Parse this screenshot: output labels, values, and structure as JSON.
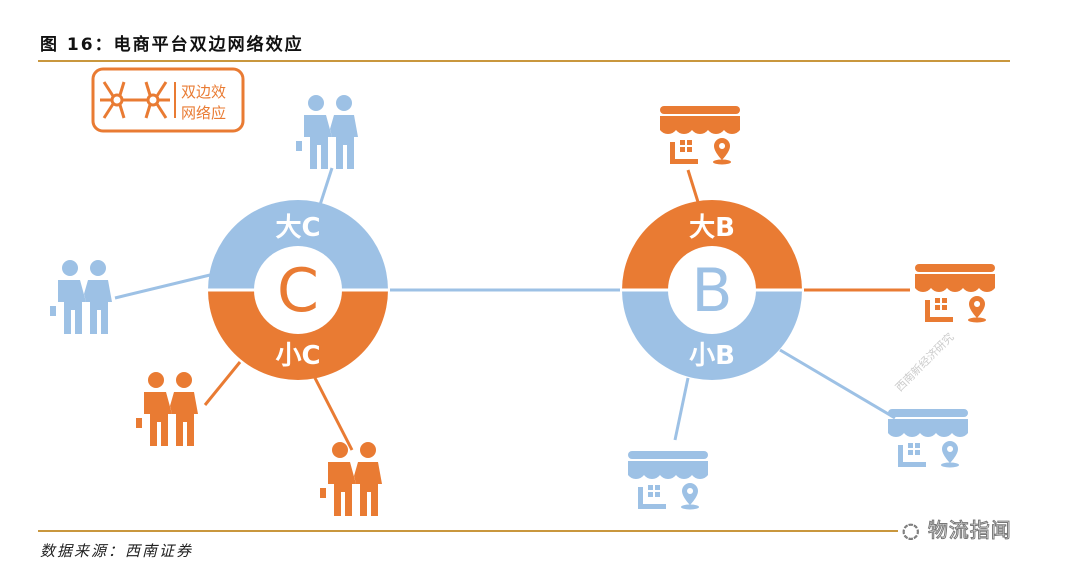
{
  "title": "图 16：电商平台双边网络效应",
  "source": "数据来源：西南证券",
  "logo": {
    "line1": "双边效",
    "line2": "网络应"
  },
  "consumer_hub": {
    "center": "C",
    "top": "大C",
    "bottom": "小C"
  },
  "business_hub": {
    "center": "B",
    "top": "大B",
    "bottom": "小B"
  },
  "watermark": "西南新经济研究",
  "wechat_label": "物流指闻",
  "colors": {
    "orange": "#E97B33",
    "blue": "#9DC1E5",
    "rule": "#C9973E"
  },
  "icons": [
    "people-pair-icon",
    "shop-icon"
  ]
}
